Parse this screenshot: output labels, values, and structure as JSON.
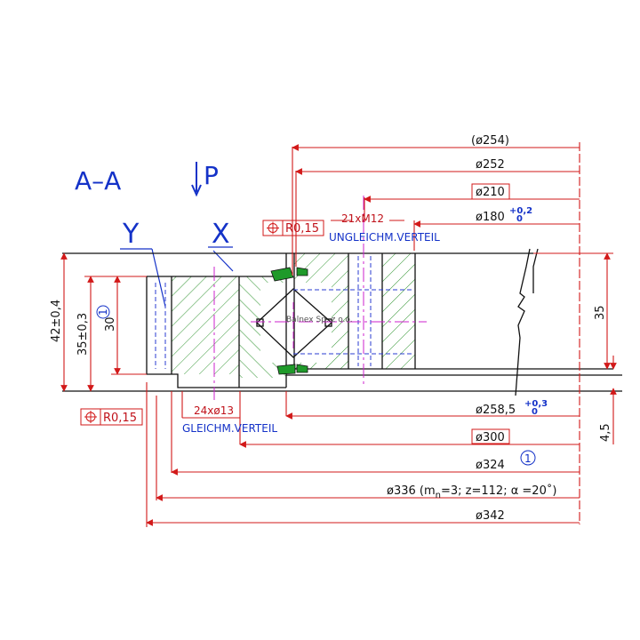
{
  "section_title": "A–A",
  "view_letter": "P",
  "detail_y": "Y",
  "detail_x": "X",
  "dims_top": {
    "d254": "(ø254)",
    "d252": "ø252",
    "d210": "ø210",
    "d180": "ø180",
    "d180_tol_upper": "+0,2",
    "d180_tol_lower": "0"
  },
  "thread": "21xM12",
  "thread_note": "UNGLEICHM.VERTEIL",
  "position_tol_top": "R0,15",
  "position_tol_bottom": "R0,15",
  "holes": "24xø13",
  "holes_note": "GLEICHM.VERTEIL",
  "dims_bottom": {
    "d258": "ø258,5",
    "d258_tol_upper": "+0,3",
    "d258_tol_lower": "0",
    "d300": "ø300",
    "d324": "ø324",
    "d324_ref": "1",
    "d336": "ø336  (m",
    "d336_sub": "n",
    "d336_rest": "=3;  z=112; α =20˚)",
    "d342": "ø342"
  },
  "height_left_outer": "42±0,4",
  "height_left_inner": "35±0,3",
  "height_30": "30",
  "height_30_ref": "1",
  "height_right": "35",
  "height_right_small": "4,5",
  "watermark": "Balnex Sp. z o.o.",
  "colors": {
    "outline": "#111111",
    "dimension": "#d21919",
    "hatch": "#1b8a1b",
    "center": "#cc22cc",
    "hidden": "#2a3bd0",
    "title": "#1432c8"
  }
}
